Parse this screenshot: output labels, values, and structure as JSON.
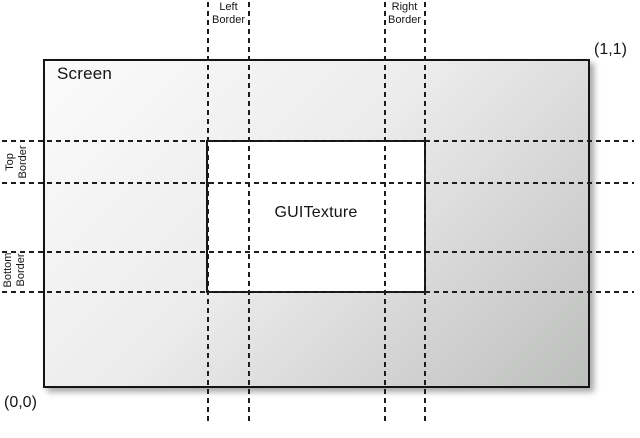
{
  "labels": {
    "screen": "Screen",
    "texture": "GUITexture",
    "corner_top_right": "(1,1)",
    "corner_bottom_left": "(0,0)",
    "left_border": {
      "line1": "Left",
      "line2": "Border"
    },
    "right_border": {
      "line1": "Right",
      "line2": "Border"
    },
    "top_border": {
      "line1": "Top",
      "line2": "Border"
    },
    "bottom_border": {
      "line1": "Bottom",
      "line2": "Border"
    }
  },
  "colors": {
    "line_color": "#1c1c1c",
    "border_color": "#141414",
    "screen_gradient_light": "#fbfbfb",
    "screen_gradient_dark": "#bdbfbd",
    "texture_fill": "#ffffff",
    "background": "#ffffff"
  }
}
